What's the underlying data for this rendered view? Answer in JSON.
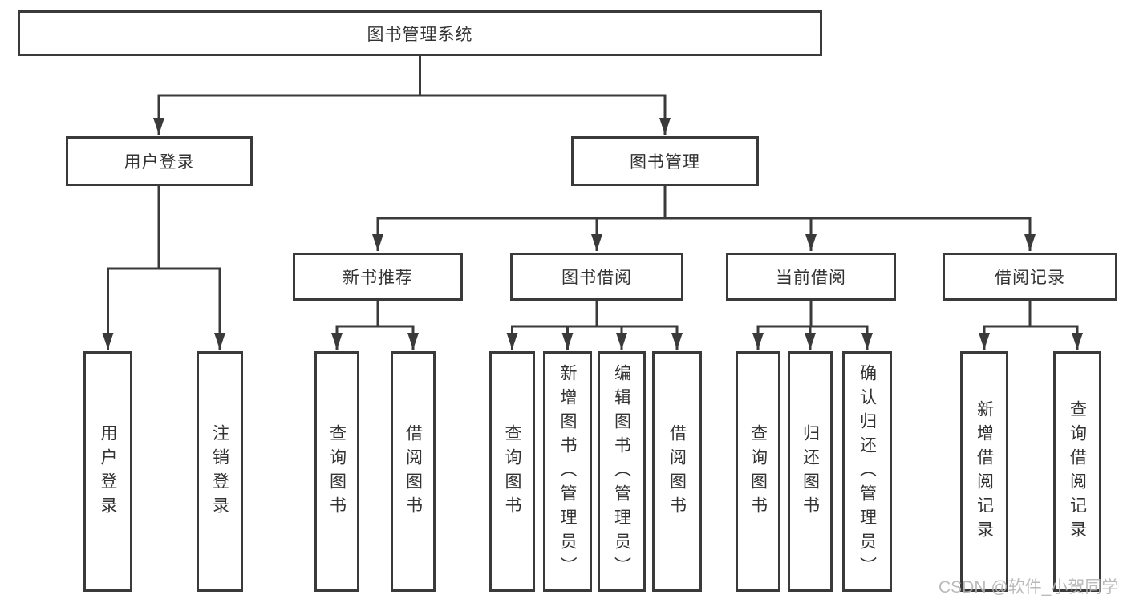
{
  "diagram": {
    "root": {
      "label": "图书管理系统"
    },
    "branches": [
      {
        "label": "用户登录",
        "children": [
          {
            "label": "用户登录"
          },
          {
            "label": "注销登录"
          }
        ]
      },
      {
        "label": "图书管理",
        "sections": [
          {
            "label": "新书推荐",
            "children": [
              {
                "label": "查询图书"
              },
              {
                "label": "借阅图书"
              }
            ]
          },
          {
            "label": "图书借阅",
            "children": [
              {
                "label": "查询图书"
              },
              {
                "label": "新增图书（管理员）"
              },
              {
                "label": "编辑图书（管理员）"
              },
              {
                "label": "借阅图书"
              }
            ]
          },
          {
            "label": "当前借阅",
            "children": [
              {
                "label": "查询图书"
              },
              {
                "label": "归还图书"
              },
              {
                "label": "确认归还（管理员）"
              }
            ]
          },
          {
            "label": "借阅记录",
            "children": [
              {
                "label": "新增借阅记录"
              },
              {
                "label": "查询借阅记录"
              }
            ]
          }
        ]
      }
    ]
  },
  "colors": {
    "line": "#3a3a3a",
    "text": "#333333",
    "watermark": "#b3b3b3",
    "background": "#ffffff"
  },
  "watermark": {
    "text": "CSDN @软件_小贺同学"
  }
}
